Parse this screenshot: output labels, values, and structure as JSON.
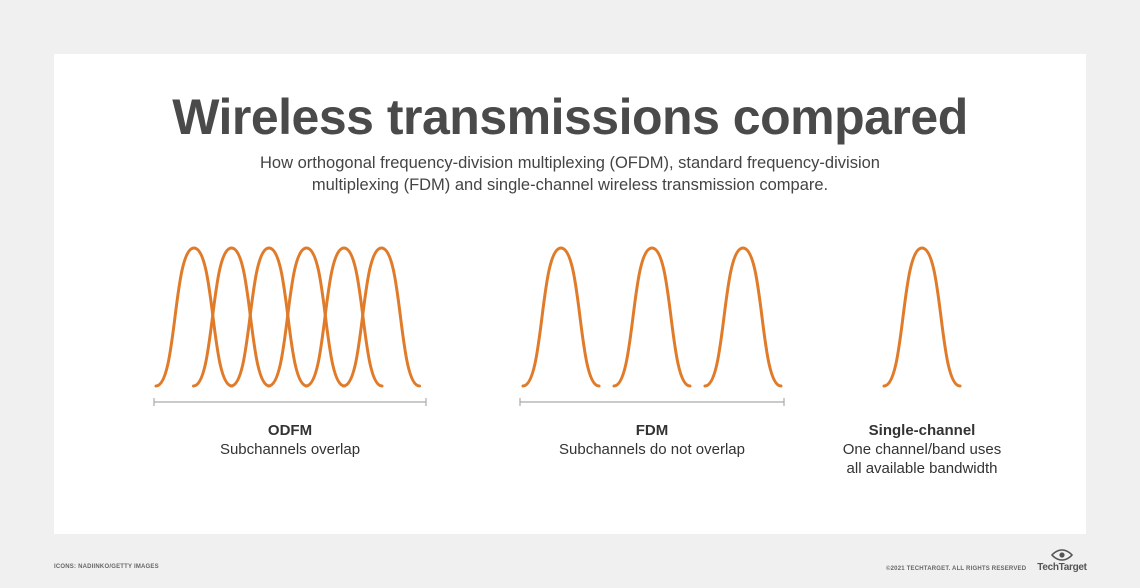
{
  "title": "Wireless transmissions compared",
  "subtitle": "How orthogonal frequency-division multiplexing (OFDM), standard frequency-division multiplexing (FDM) and single-channel wireless transmission compare.",
  "colors": {
    "curve": "#e07b2a",
    "axis": "#aaaaaa",
    "card": "#ffffff",
    "background": "#f0f0f0"
  },
  "panels": [
    {
      "heading": "ODFM",
      "caption": "Subchannels overlap",
      "curves": 6,
      "overlap": true
    },
    {
      "heading": "FDM",
      "caption": "Subchannels do not overlap",
      "curves": 3,
      "overlap": false
    },
    {
      "heading": "Single-channel",
      "caption_line1": "One channel/band uses",
      "caption_line2": "all available bandwidth",
      "curves": 1,
      "overlap": false
    }
  ],
  "footer": {
    "credit": "ICONS: NADIINKO/GETTY IMAGES",
    "copyright": "©2021 TECHTARGET. ALL RIGHTS RESERVED",
    "logo_text": "TechTarget",
    "logo_icon": "eye-icon"
  }
}
